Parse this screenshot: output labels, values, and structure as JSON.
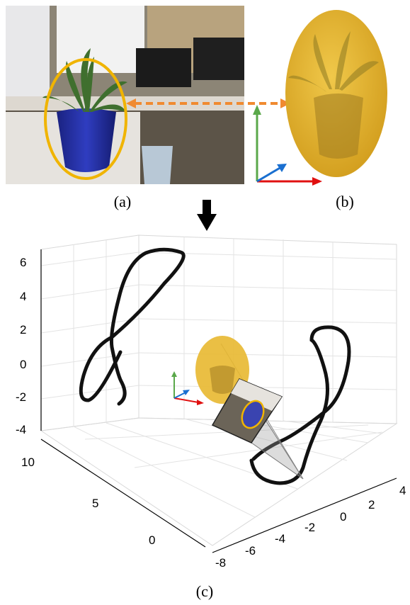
{
  "captions": {
    "a": "(a)",
    "b": "(b)",
    "c": "(c)"
  },
  "colors": {
    "pot": "#2a35a8",
    "ellipse_outline": "#f0b400",
    "ellipsoid_fill": "#e8b830",
    "correspondence_arrow": "#f08a30",
    "axis_x": "#e01010",
    "axis_y": "#1a6fd0",
    "axis_z": "#5aa84a",
    "trajectory": "#000000"
  },
  "icons": {
    "down_arrow": "down-arrow-icon"
  },
  "chart_data": {
    "type": "line3d",
    "title": "",
    "z_ticks": [
      "6",
      "4",
      "2",
      "0",
      "-2",
      "-4"
    ],
    "y_ticks": [
      "10",
      "5",
      "0"
    ],
    "x_ticks": [
      "4",
      "2",
      "0",
      "-2",
      "-4",
      "-6",
      "-8"
    ],
    "grid": true
  }
}
